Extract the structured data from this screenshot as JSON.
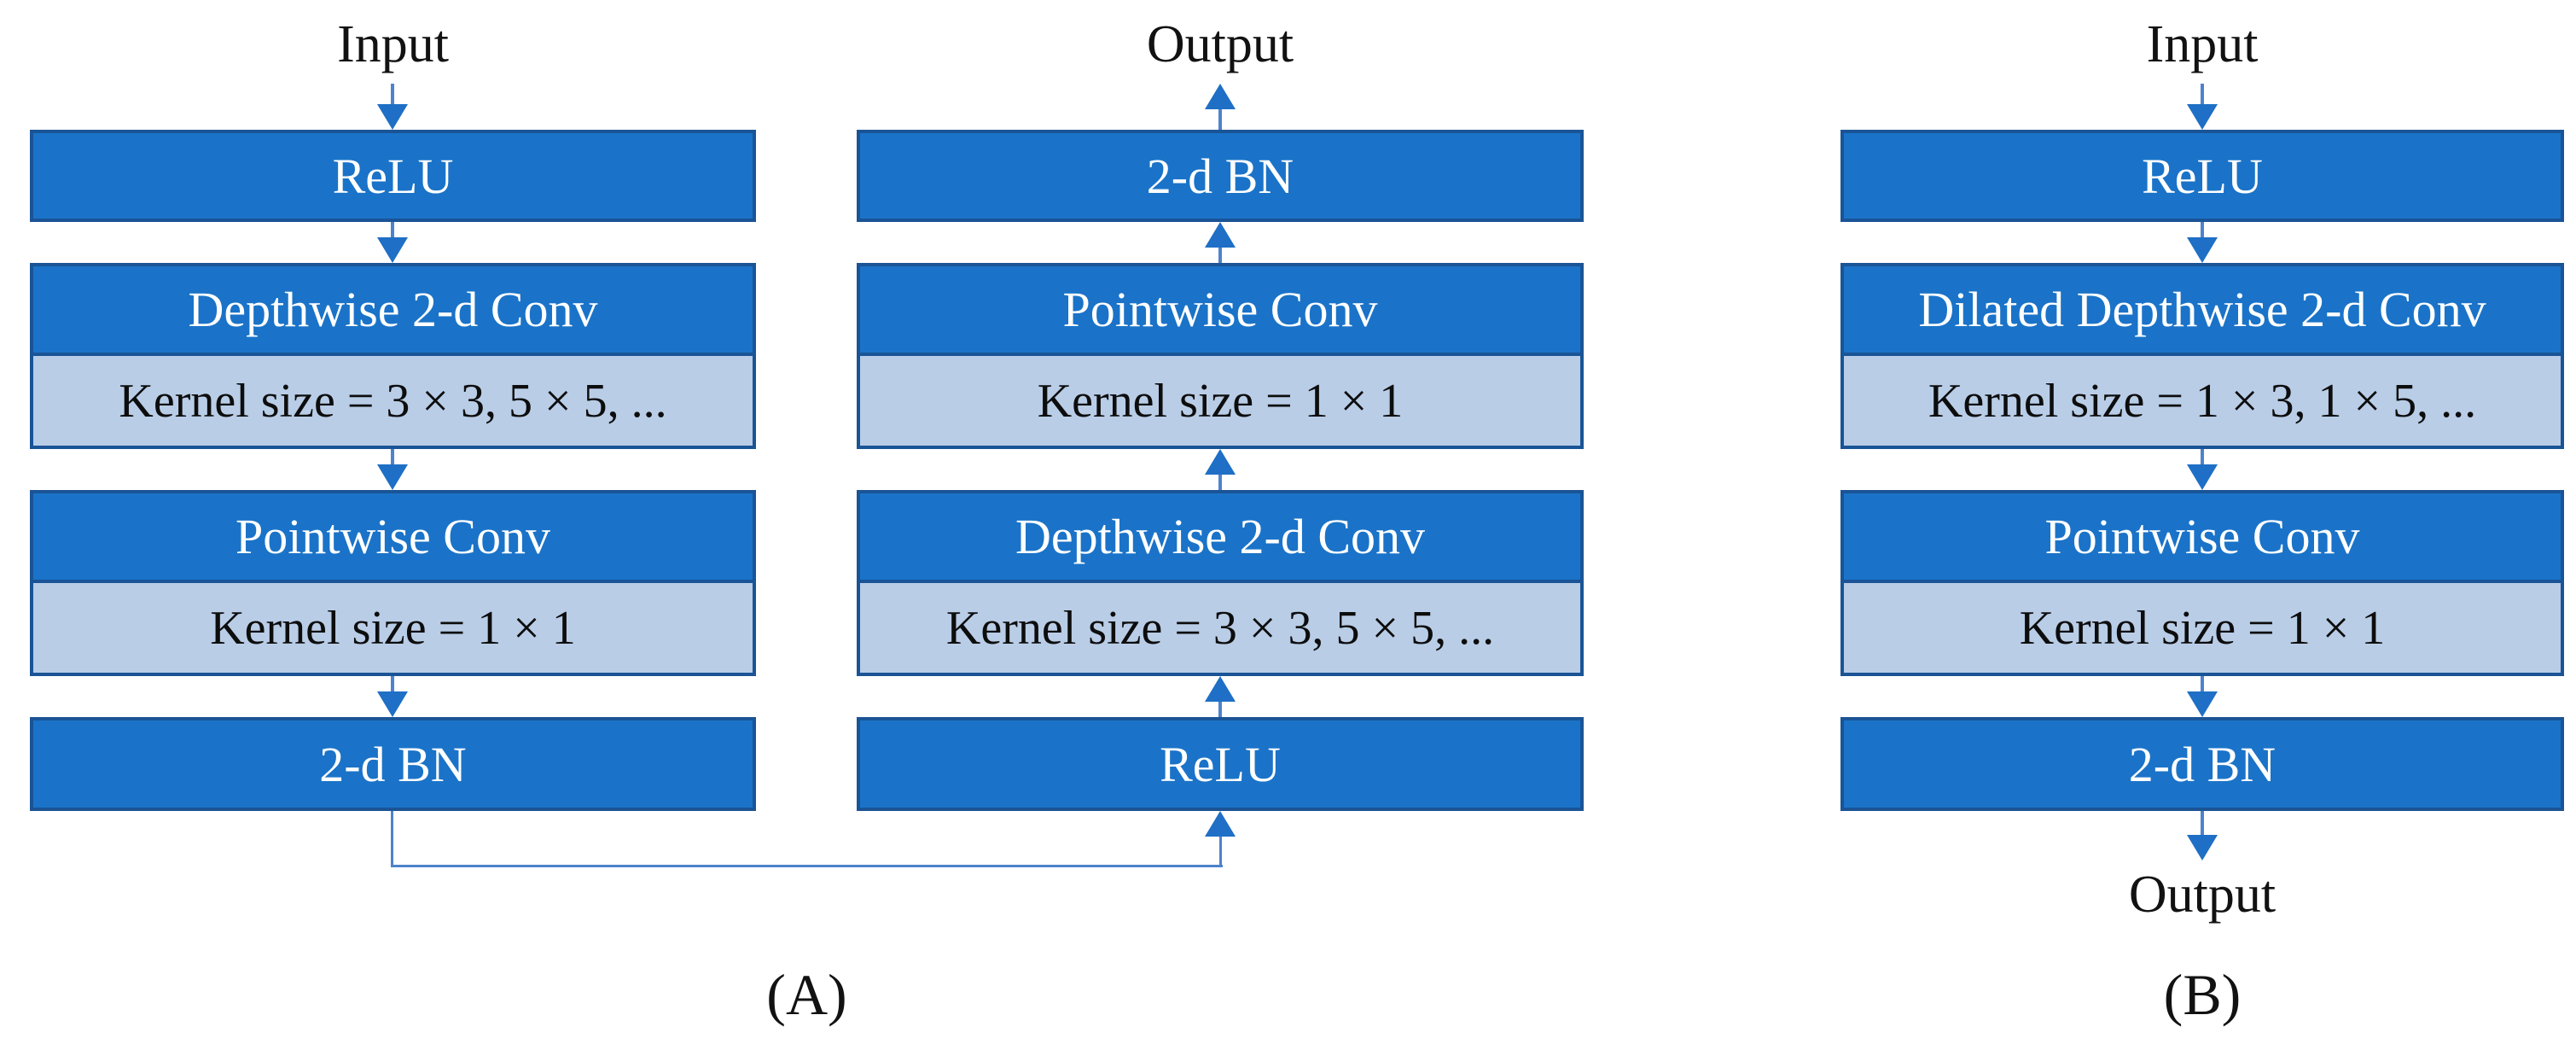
{
  "panel_a": {
    "caption": "(A)",
    "left_column": {
      "io_label": "Input",
      "relu": "ReLU",
      "depthwise_title": "Depthwise 2-d Conv",
      "depthwise_kernel": "Kernel size = 3 × 3, 5 × 5, ...",
      "pointwise_title": "Pointwise Conv",
      "pointwise_kernel": "Kernel size = 1 × 1",
      "bn": "2-d BN"
    },
    "right_column": {
      "io_label": "Output",
      "bn": "2-d BN",
      "pointwise_title": "Pointwise Conv",
      "pointwise_kernel": "Kernel size = 1 × 1",
      "depthwise_title": "Depthwise 2-d Conv",
      "depthwise_kernel": "Kernel size = 3 × 3, 5 × 5, ...",
      "relu": "ReLU"
    }
  },
  "panel_b": {
    "caption": "(B)",
    "column": {
      "input_label": "Input",
      "relu": "ReLU",
      "dilated_title": "Dilated Depthwise 2-d Conv",
      "dilated_kernel": "Kernel size = 1 × 3, 1 × 5, ...",
      "pointwise_title": "Pointwise Conv",
      "pointwise_kernel": "Kernel size = 1 × 1",
      "bn": "2-d BN",
      "output_label": "Output"
    }
  },
  "colors": {
    "block_fill": "#1a73c8",
    "block_border": "#1a5496",
    "kernel_fill": "#b9cde7",
    "arrow_shaft": "#4d83cb",
    "arrow_head": "#1e6fc5",
    "text_on_dark": "#ffffff",
    "text_on_light": "#000000",
    "label_text": "#121212",
    "background": "#ffffff"
  }
}
